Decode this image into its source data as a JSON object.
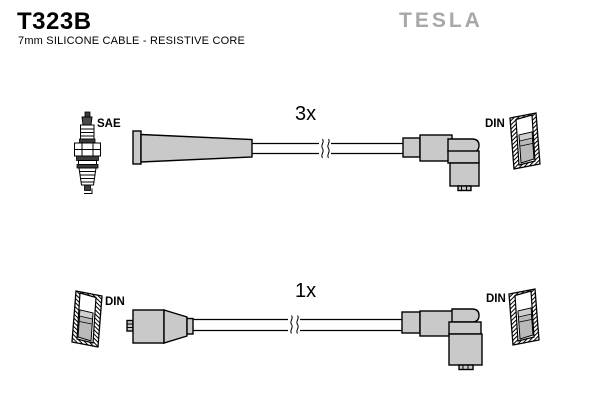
{
  "header": {
    "part_number": "T323B",
    "subtitle": "7mm SILICONE CABLE - RESISTIVE CORE",
    "brand_logo": "TESLA"
  },
  "colors": {
    "brand_gray": "#a8a8a8",
    "boot_fill": "#c9c9c9",
    "line": "#000000",
    "background": "#ffffff"
  },
  "diagram": {
    "rows": [
      {
        "quantity": "3x",
        "left_label": "SAE",
        "left_icon": "spark-plug-icon",
        "right_label": "DIN",
        "right_icon": "din-socket-icon"
      },
      {
        "quantity": "1x",
        "left_label": "DIN",
        "left_icon": "din-socket-icon",
        "right_label": "DIN",
        "right_icon": "din-socket-icon"
      }
    ]
  }
}
